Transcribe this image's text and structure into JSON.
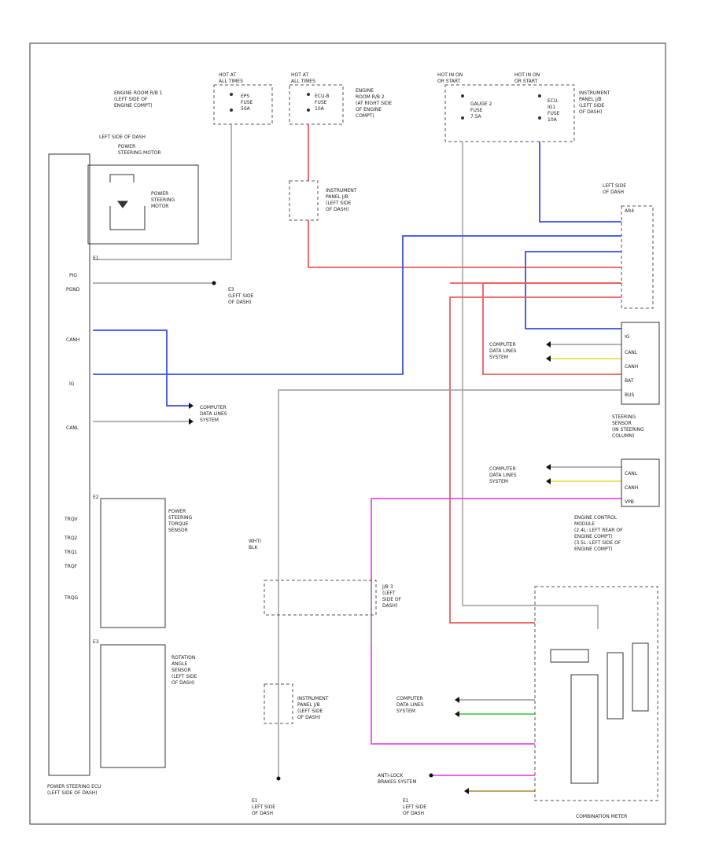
{
  "colors": {
    "blue": "#3a4fe6",
    "red": "#ee5c5c",
    "magenta": "#e84ee8",
    "gray": "#9a9a9a",
    "yellow": "#e6e04a",
    "green": "#4fd14f",
    "brown": "#b89c4c"
  },
  "power": {
    "hot_left": "HOT AT\nALL TIMES",
    "engine_room_rb1": "ENGINE ROOM R/B 1\n(LEFT SIDE OF\nENGINE COMPT)",
    "eps_fuse": "EPS\nFUSE\n50A",
    "hot_mid": "HOT AT\nALL TIMES",
    "ecu_b_fuse": "ECU-B\nFUSE\n10A",
    "engine_room_rb2": "ENGINE\nROOM R/B 2\n(AT RIGHT SIDE\nOF ENGINE\nCOMPT)",
    "hot_gauge": "HOT IN ON\nOR START",
    "gauge_fuse": "GAUGE 2\nFUSE\n7.5A",
    "hot_ecu": "HOT IN ON\nOR START",
    "ecu_ig1_fuse": "ECU-\nIG1\nFUSE\n10A",
    "ip_jb_top": "INSTRUMENT\nPANEL J/B\n(LEFT SIDE\nOF DASH)"
  },
  "ecu": {
    "left_side_dash": "LEFT SIDE OF DASH",
    "power_steering_motor": "POWER\nSTEERING MOTOR",
    "motor_label": "POWER\nSTEERING\nMOTOR",
    "pig": "PIG",
    "pgnd": "PGND",
    "canh": "CANH",
    "ig": "IG",
    "canl": "CANL",
    "trq_v": "TRQV",
    "trq2": "TRQ2",
    "trq1": "TRQ1",
    "trqf": "TRQF",
    "trqg": "TRQG",
    "torque_sensor": "POWER STEERING\nTORQUE SENSOR",
    "torque_sensor_side": "POWER\nSTEERING\nTORQUE\nSENSOR",
    "rotation_sensor": "ROTATION ANGLE\nSENSOR",
    "rotation_sensor_side": "ROTATION\nANGLE\nSENSOR\n(LEFT SIDE\nOF DASH)",
    "footer": "POWER STEERING ECU\n(LEFT SIDE OF DASH)",
    "conn_e1": "E1",
    "conn_e2": "E2",
    "conn_e3": "E3"
  },
  "ground": {
    "e3_label": "E3\n(LEFT SIDE\nOF DASH)",
    "e1_left": "E1\nLEFT SIDE\nOF DASH",
    "e1_right": "E1\nLEFT SIDE\nOF DASH"
  },
  "middle": {
    "ip_jb_mid": "INSTRUMENT\nPANEL J/B\n(LEFT SIDE\nOF DASH)",
    "jb3": "J/B 3\n(LEFT\nSIDE OF\nDASH)",
    "ip_jb_low": "INSTRUMENT\nPANEL J/B\n(LEFT SIDE\nOF DASH)",
    "wht_blk": "WHT/\nBLK"
  },
  "right": {
    "left_side_dash": "LEFT SIDE\nOF DASH",
    "ar4": "AR4",
    "steering_sensor": "STEERING\nSENSOR\n(IN STEERING\nCOLUMN)",
    "ecm": "ENGINE CONTROL\nMODULE\n(2.4L: LEFT REAR OF\nENGINE COMPT)\n(3.5L: LEFT SIDE OF\nENGINE COMPT)",
    "combination_meter": "COMBINATION METER",
    "abs": "ANTI-LOCK\nBRAKES SYSTEM"
  },
  "pins": {
    "ig": "IG",
    "canl": "CANL",
    "canh": "CANH",
    "bat": "BAT",
    "bus": "BUS",
    "vpb": "VPB",
    "canl2": "CANL",
    "canh2": "CANH"
  },
  "computer_data": "COMPUTER\nDATA LINES\nSYSTEM"
}
